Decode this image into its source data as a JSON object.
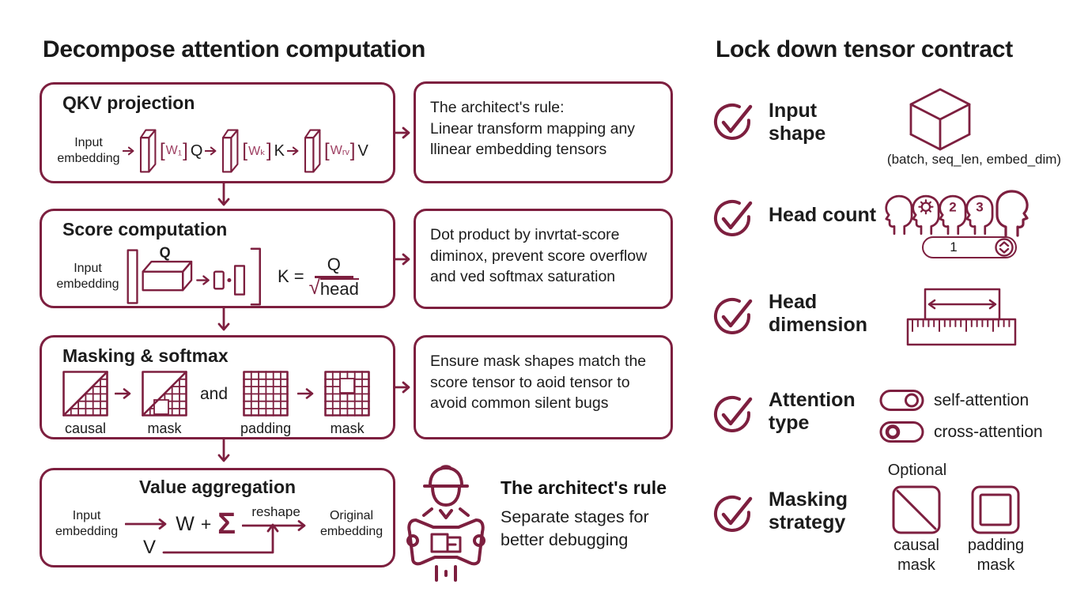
{
  "left": {
    "title": "Decompose attention computation",
    "stage1": {
      "title": "QKV projection",
      "input_label": "Input embedding",
      "tokens": [
        {
          "open": "[",
          "w": "W₁",
          "close": "]",
          "letter": "Q"
        },
        {
          "open": "[",
          "w": "Wₖ",
          "close": "]",
          "letter": "K"
        },
        {
          "open": "[",
          "w": "Wᵣᵥ",
          "close": "]",
          "letter": "V"
        }
      ]
    },
    "stage2": {
      "title": "Score computation",
      "input_label": "Input embedding",
      "q_label": "Q",
      "dot": "·",
      "k_equals": "K =",
      "numerator": "Q",
      "radical": "√",
      "denominator": "head"
    },
    "stage3": {
      "title": "Masking & softmax",
      "and": "and",
      "labels": [
        "causal",
        "mask",
        "padding",
        "mask"
      ]
    },
    "stage4": {
      "title": "Value aggregation",
      "input_label": "Input embedding",
      "w": "W",
      "plus": "+",
      "sigma": "Σ",
      "reshape_label": "reshape",
      "output_label": "Original embedding",
      "v": "V"
    },
    "notes": [
      {
        "text": "The architect's rule:\nLinear transform mapping any\nllinear embedding tensors"
      },
      {
        "text": "Dot product by invrtat-score\ndiminox, prevent score overflow\nand ved softmax saturation"
      },
      {
        "text": "Ensure mask shapes match the\nscore tensor to aoid tensor to\navoid common silent bugs"
      }
    ],
    "callout": {
      "title": "The architect's rule",
      "body": "Separate stages for better debugging"
    }
  },
  "right": {
    "title": "Lock down tensor contract",
    "items": [
      {
        "label": "Input shape",
        "caption": "(batch, seq_len, embed_dim)"
      },
      {
        "label": "Head count",
        "head_numbers": [
          "2",
          "3"
        ],
        "stepper_value": "1"
      },
      {
        "label": "Head dimension"
      },
      {
        "label": "Attention type",
        "toggle_labels": [
          "self-attention",
          "cross-attention"
        ]
      },
      {
        "label": "Masking strategy",
        "optional_label": "Optional",
        "mask_labels": [
          "causal mask",
          "padding mask"
        ]
      }
    ]
  },
  "colors": {
    "maroon": "#7d1f3f",
    "rose": "#9e3f62",
    "ink": "#1c1c1c"
  }
}
